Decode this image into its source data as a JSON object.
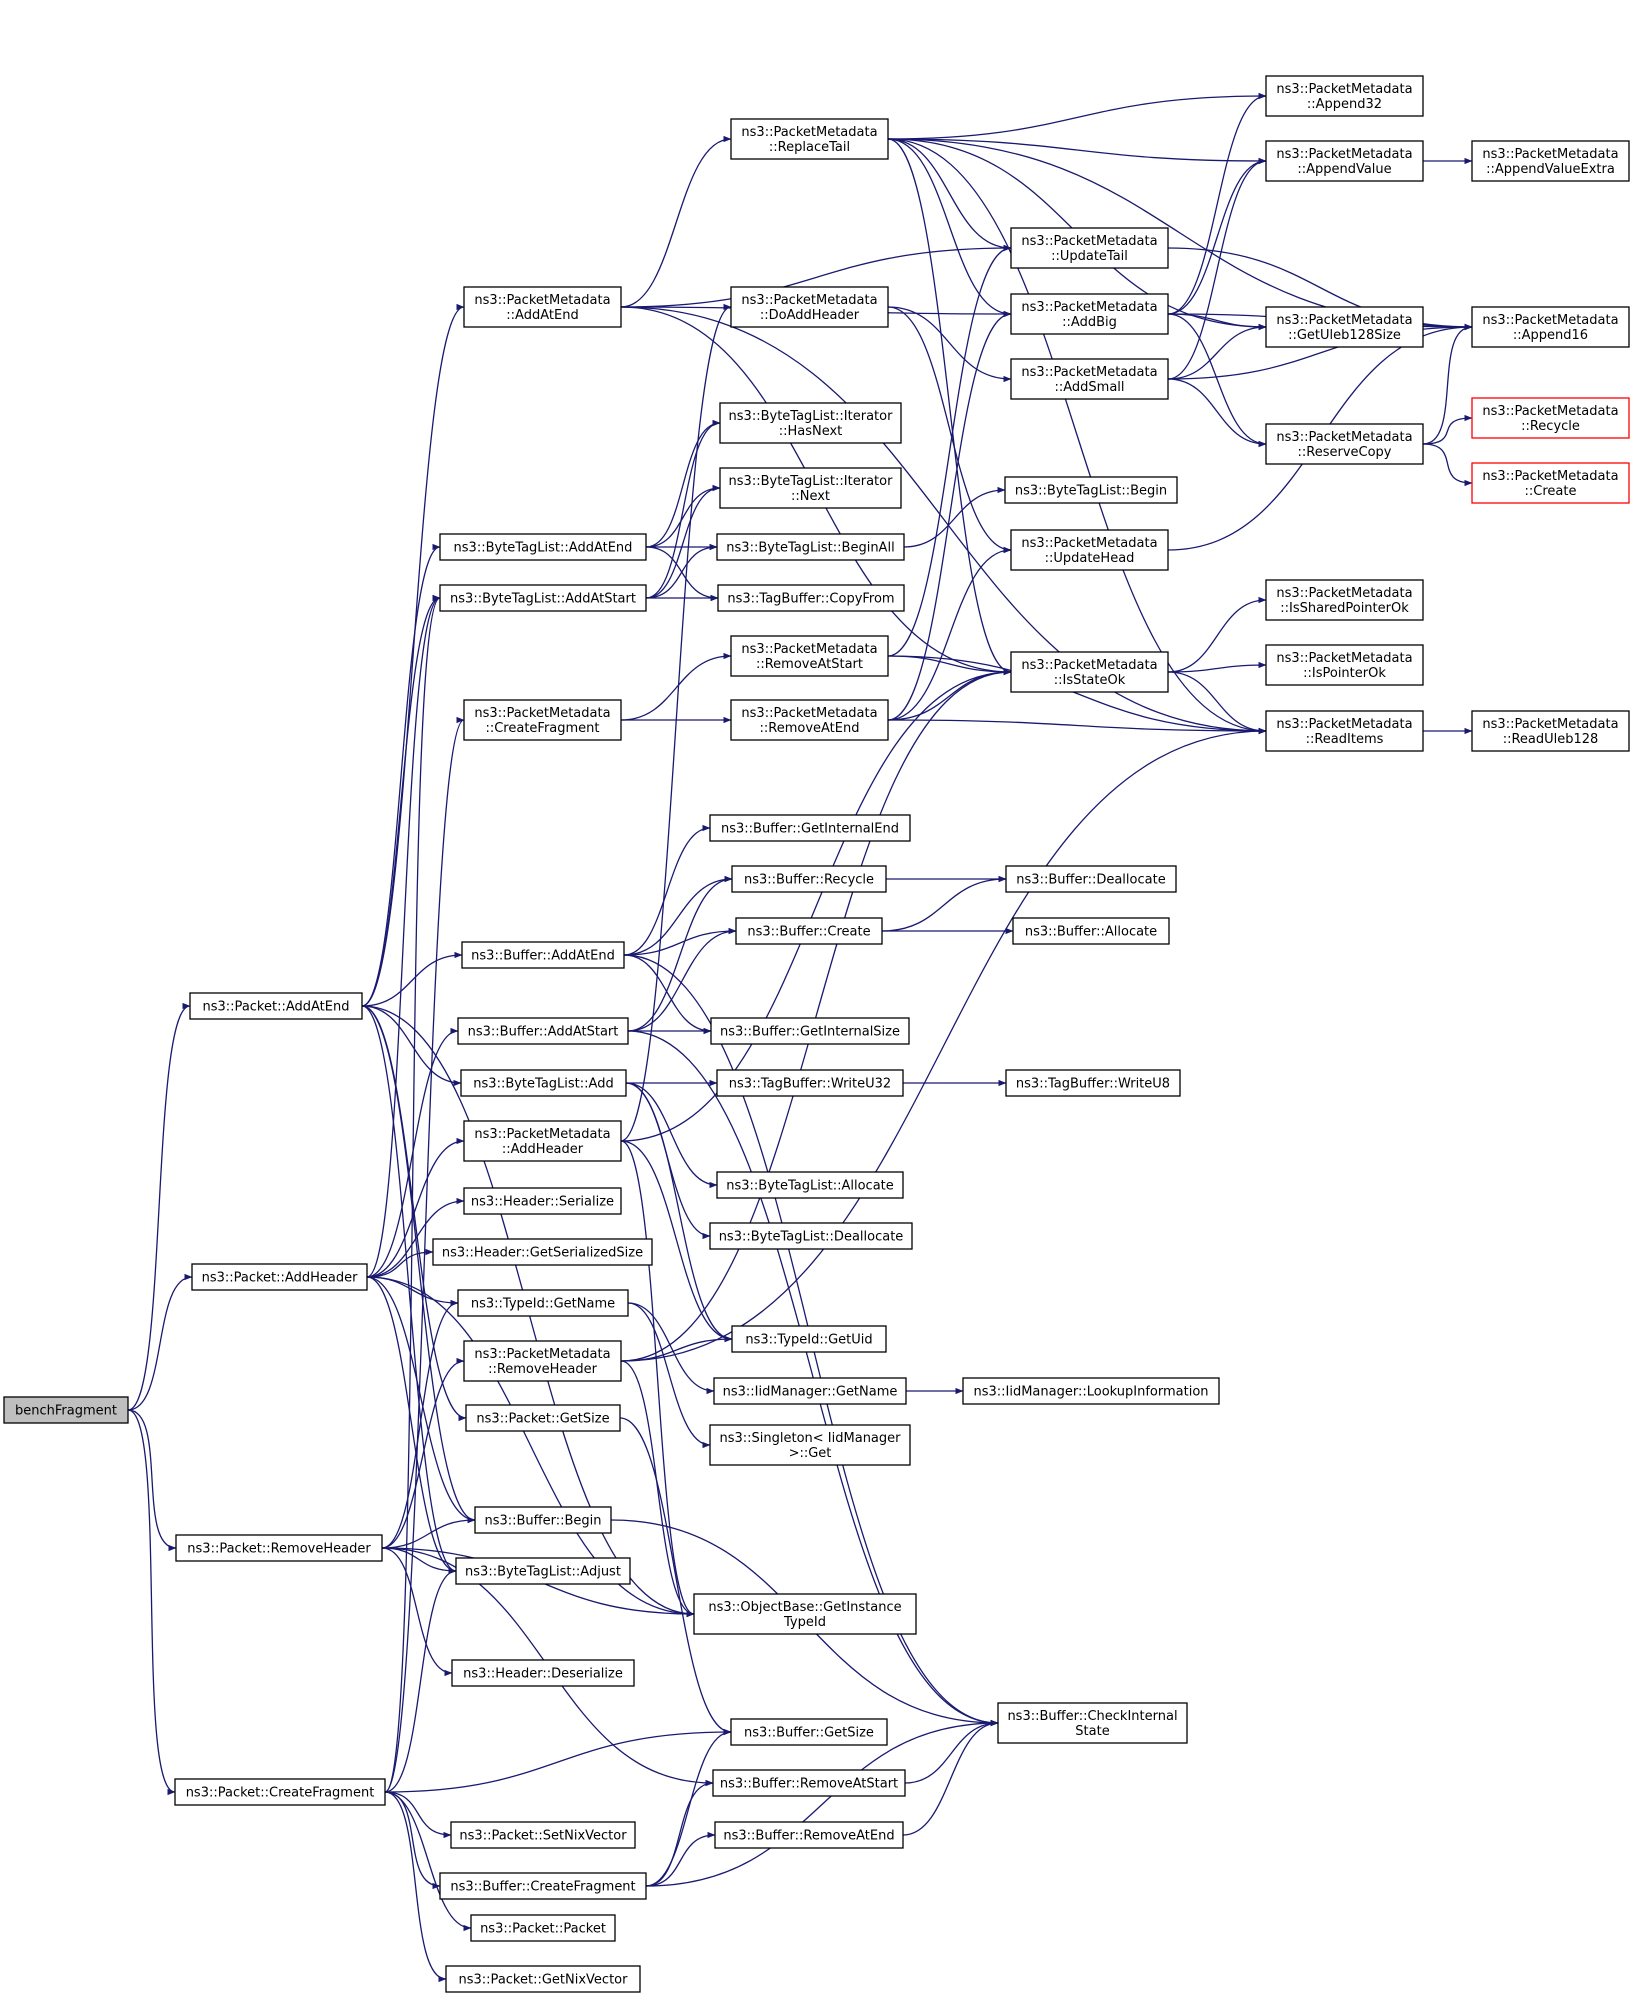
{
  "nodes": {
    "benchFragment": [
      "benchFragment"
    ],
    "Packet_AddAtEnd": [
      "ns3::Packet::AddAtEnd"
    ],
    "Packet_AddHeader": [
      "ns3::Packet::AddHeader"
    ],
    "Packet_RemoveHeader": [
      "ns3::Packet::RemoveHeader"
    ],
    "Packet_CreateFragment": [
      "ns3::Packet::CreateFragment"
    ],
    "PM_ReplaceTail": [
      "ns3::PacketMetadata",
      "::ReplaceTail"
    ],
    "PM_AddAtEnd": [
      "ns3::PacketMetadata",
      "::AddAtEnd"
    ],
    "PM_DoAddHeader": [
      "ns3::PacketMetadata",
      "::DoAddHeader"
    ],
    "BTL_Iter_HasNext": [
      "ns3::ByteTagList::Iterator",
      "::HasNext"
    ],
    "BTL_Iter_Next": [
      "ns3::ByteTagList::Iterator",
      "::Next"
    ],
    "BTL_AddAtEnd": [
      "ns3::ByteTagList::AddAtEnd"
    ],
    "BTL_BeginAll": [
      "ns3::ByteTagList::BeginAll"
    ],
    "BTL_AddAtStart": [
      "ns3::ByteTagList::AddAtStart"
    ],
    "TB_CopyFrom": [
      "ns3::TagBuffer::CopyFrom"
    ],
    "PM_RemoveAtStart": [
      "ns3::PacketMetadata",
      "::RemoveAtStart"
    ],
    "PM_CreateFragment": [
      "ns3::PacketMetadata",
      "::CreateFragment"
    ],
    "PM_RemoveAtEnd": [
      "ns3::PacketMetadata",
      "::RemoveAtEnd"
    ],
    "PM_Append32": [
      "ns3::PacketMetadata",
      "::Append32"
    ],
    "PM_AppendValue": [
      "ns3::PacketMetadata",
      "::AppendValue"
    ],
    "PM_AppendValueExtra": [
      "ns3::PacketMetadata",
      "::AppendValueExtra"
    ],
    "PM_UpdateTail": [
      "ns3::PacketMetadata",
      "::UpdateTail"
    ],
    "PM_AddBig": [
      "ns3::PacketMetadata",
      "::AddBig"
    ],
    "PM_GetUleb128Size": [
      "ns3::PacketMetadata",
      "::GetUleb128Size"
    ],
    "PM_Append16": [
      "ns3::PacketMetadata",
      "::Append16"
    ],
    "PM_AddSmall": [
      "ns3::PacketMetadata",
      "::AddSmall"
    ],
    "PM_Recycle": [
      "ns3::PacketMetadata",
      "::Recycle"
    ],
    "PM_ReserveCopy": [
      "ns3::PacketMetadata",
      "::ReserveCopy"
    ],
    "PM_Create": [
      "ns3::PacketMetadata",
      "::Create"
    ],
    "BTL_Begin": [
      "ns3::ByteTagList::Begin"
    ],
    "PM_UpdateHead": [
      "ns3::PacketMetadata",
      "::UpdateHead"
    ],
    "PM_IsSharedPointerOk": [
      "ns3::PacketMetadata",
      "::IsSharedPointerOk"
    ],
    "PM_IsStateOk": [
      "ns3::PacketMetadata",
      "::IsStateOk"
    ],
    "PM_IsPointerOk": [
      "ns3::PacketMetadata",
      "::IsPointerOk"
    ],
    "PM_ReadItems": [
      "ns3::PacketMetadata",
      "::ReadItems"
    ],
    "PM_ReadUleb128": [
      "ns3::PacketMetadata",
      "::ReadUleb128"
    ],
    "Buf_GetInternalEnd": [
      "ns3::Buffer::GetInternalEnd"
    ],
    "Buf_Recycle": [
      "ns3::Buffer::Recycle"
    ],
    "Buf_Deallocate": [
      "ns3::Buffer::Deallocate"
    ],
    "Buf_AddAtEnd": [
      "ns3::Buffer::AddAtEnd"
    ],
    "Buf_Create": [
      "ns3::Buffer::Create"
    ],
    "Buf_Allocate": [
      "ns3::Buffer::Allocate"
    ],
    "Buf_AddAtStart": [
      "ns3::Buffer::AddAtStart"
    ],
    "Buf_GetInternalSize": [
      "ns3::Buffer::GetInternalSize"
    ],
    "BTL_Add": [
      "ns3::ByteTagList::Add"
    ],
    "TB_WriteU32": [
      "ns3::TagBuffer::WriteU32"
    ],
    "TB_WriteU8": [
      "ns3::TagBuffer::WriteU8"
    ],
    "PM_AddHeader": [
      "ns3::PacketMetadata",
      "::AddHeader"
    ],
    "BTL_Allocate": [
      "ns3::ByteTagList::Allocate"
    ],
    "BTL_Deallocate": [
      "ns3::ByteTagList::Deallocate"
    ],
    "Header_Serialize": [
      "ns3::Header::Serialize"
    ],
    "Header_GetSerializedSize": [
      "ns3::Header::GetSerializedSize"
    ],
    "TypeId_GetName": [
      "ns3::TypeId::GetName"
    ],
    "TypeId_GetUid": [
      "ns3::TypeId::GetUid"
    ],
    "PM_RemoveHeader": [
      "ns3::PacketMetadata",
      "::RemoveHeader"
    ],
    "IidManager_GetName": [
      "ns3::IidManager::GetName"
    ],
    "IidManager_LookupInformation": [
      "ns3::IidManager::LookupInformation"
    ],
    "Packet_GetSize": [
      "ns3::Packet::GetSize"
    ],
    "Singleton_Get": [
      "ns3::Singleton< IidManager",
      " >::Get"
    ],
    "Buf_Begin": [
      "ns3::Buffer::Begin"
    ],
    "BTL_Adjust": [
      "ns3::ByteTagList::Adjust"
    ],
    "OB_GetInstanceTypeId": [
      "ns3::ObjectBase::GetInstance",
      "TypeId"
    ],
    "Header_Deserialize": [
      "ns3::Header::Deserialize"
    ],
    "Buf_CheckInternalState": [
      "ns3::Buffer::CheckInternal",
      "State"
    ],
    "Buf_GetSize": [
      "ns3::Buffer::GetSize"
    ],
    "Buf_RemoveAtStart": [
      "ns3::Buffer::RemoveAtStart"
    ],
    "Packet_SetNixVector": [
      "ns3::Packet::SetNixVector"
    ],
    "Buf_RemoveAtEnd": [
      "ns3::Buffer::RemoveAtEnd"
    ],
    "Buf_CreateFragment": [
      "ns3::Buffer::CreateFragment"
    ],
    "Packet_Packet": [
      "ns3::Packet::Packet"
    ],
    "Packet_GetNixVector": [
      "ns3::Packet::GetNixVector"
    ]
  },
  "edges": [
    [
      "benchFragment",
      "Packet_AddAtEnd"
    ],
    [
      "benchFragment",
      "Packet_AddHeader"
    ],
    [
      "benchFragment",
      "Packet_RemoveHeader"
    ],
    [
      "benchFragment",
      "Packet_CreateFragment"
    ],
    [
      "Packet_AddAtEnd",
      "PM_AddAtEnd"
    ],
    [
      "Packet_AddAtEnd",
      "BTL_AddAtEnd"
    ],
    [
      "Packet_AddAtEnd",
      "BTL_AddAtStart"
    ],
    [
      "Packet_AddAtEnd",
      "Buf_AddAtEnd"
    ],
    [
      "Packet_AddAtEnd",
      "BTL_Add"
    ],
    [
      "Packet_AddAtEnd",
      "Packet_GetSize"
    ],
    [
      "Packet_AddAtEnd",
      "Buf_Begin"
    ],
    [
      "Packet_AddAtEnd",
      "BTL_Adjust"
    ],
    [
      "Packet_AddAtEnd",
      "OB_GetInstanceTypeId"
    ],
    [
      "Packet_AddHeader",
      "Buf_AddAtStart"
    ],
    [
      "Packet_AddHeader",
      "PM_AddHeader"
    ],
    [
      "Packet_AddHeader",
      "Header_Serialize"
    ],
    [
      "Packet_AddHeader",
      "Header_GetSerializedSize"
    ],
    [
      "Packet_AddHeader",
      "TypeId_GetName"
    ],
    [
      "Packet_AddHeader",
      "BTL_AddAtStart"
    ],
    [
      "Packet_AddHeader",
      "Buf_Begin"
    ],
    [
      "Packet_AddHeader",
      "BTL_Adjust"
    ],
    [
      "Packet_AddHeader",
      "OB_GetInstanceTypeId"
    ],
    [
      "Packet_RemoveHeader",
      "TypeId_GetName"
    ],
    [
      "Packet_RemoveHeader",
      "PM_RemoveHeader"
    ],
    [
      "Packet_RemoveHeader",
      "Buf_Begin"
    ],
    [
      "Packet_RemoveHeader",
      "BTL_Adjust"
    ],
    [
      "Packet_RemoveHeader",
      "OB_GetInstanceTypeId"
    ],
    [
      "Packet_RemoveHeader",
      "Header_Deserialize"
    ],
    [
      "Packet_RemoveHeader",
      "Buf_RemoveAtStart"
    ],
    [
      "Packet_CreateFragment",
      "PM_CreateFragment"
    ],
    [
      "Packet_CreateFragment",
      "BTL_AddAtStart"
    ],
    [
      "Packet_CreateFragment",
      "BTL_Adjust"
    ],
    [
      "Packet_CreateFragment",
      "Buf_GetSize"
    ],
    [
      "Packet_CreateFragment",
      "Packet_SetNixVector"
    ],
    [
      "Packet_CreateFragment",
      "Buf_CreateFragment"
    ],
    [
      "Packet_CreateFragment",
      "Packet_Packet"
    ],
    [
      "Packet_CreateFragment",
      "Packet_GetNixVector"
    ],
    [
      "PM_AddAtEnd",
      "PM_ReplaceTail"
    ],
    [
      "PM_AddAtEnd",
      "PM_UpdateTail"
    ],
    [
      "PM_AddAtEnd",
      "PM_AddBig"
    ],
    [
      "PM_AddAtEnd",
      "PM_IsStateOk"
    ],
    [
      "PM_AddAtEnd",
      "PM_ReadItems"
    ],
    [
      "PM_ReplaceTail",
      "PM_Append32"
    ],
    [
      "PM_ReplaceTail",
      "PM_AppendValue"
    ],
    [
      "PM_ReplaceTail",
      "PM_Append16"
    ],
    [
      "PM_ReplaceTail",
      "PM_UpdateTail"
    ],
    [
      "PM_ReplaceTail",
      "PM_AddBig"
    ],
    [
      "PM_ReplaceTail",
      "PM_GetUleb128Size"
    ],
    [
      "PM_ReplaceTail",
      "PM_IsStateOk"
    ],
    [
      "PM_ReplaceTail",
      "PM_ReadItems"
    ],
    [
      "PM_AppendValue",
      "PM_AppendValueExtra"
    ],
    [
      "PM_UpdateTail",
      "PM_Append16"
    ],
    [
      "PM_AddBig",
      "PM_Append32"
    ],
    [
      "PM_AddBig",
      "PM_AppendValue"
    ],
    [
      "PM_AddBig",
      "PM_Append16"
    ],
    [
      "PM_AddBig",
      "PM_GetUleb128Size"
    ],
    [
      "PM_AddBig",
      "PM_ReserveCopy"
    ],
    [
      "PM_AddSmall",
      "PM_AppendValue"
    ],
    [
      "PM_AddSmall",
      "PM_GetUleb128Size"
    ],
    [
      "PM_AddSmall",
      "PM_Append16"
    ],
    [
      "PM_AddSmall",
      "PM_ReserveCopy"
    ],
    [
      "PM_DoAddHeader",
      "PM_AddSmall"
    ],
    [
      "PM_DoAddHeader",
      "PM_UpdateHead"
    ],
    [
      "PM_ReserveCopy",
      "PM_Recycle"
    ],
    [
      "PM_ReserveCopy",
      "PM_Create"
    ],
    [
      "PM_ReserveCopy",
      "PM_Append16"
    ],
    [
      "PM_UpdateHead",
      "PM_Append16"
    ],
    [
      "BTL_AddAtEnd",
      "BTL_Iter_HasNext"
    ],
    [
      "BTL_AddAtEnd",
      "BTL_Iter_Next"
    ],
    [
      "BTL_AddAtEnd",
      "BTL_BeginAll"
    ],
    [
      "BTL_AddAtEnd",
      "TB_CopyFrom"
    ],
    [
      "BTL_AddAtStart",
      "BTL_Iter_HasNext"
    ],
    [
      "BTL_AddAtStart",
      "BTL_Iter_Next"
    ],
    [
      "BTL_AddAtStart",
      "BTL_BeginAll"
    ],
    [
      "BTL_AddAtStart",
      "TB_CopyFrom"
    ],
    [
      "BTL_BeginAll",
      "BTL_Begin"
    ],
    [
      "PM_CreateFragment",
      "PM_RemoveAtStart"
    ],
    [
      "PM_CreateFragment",
      "PM_RemoveAtEnd"
    ],
    [
      "PM_RemoveAtStart",
      "PM_IsStateOk"
    ],
    [
      "PM_RemoveAtStart",
      "PM_ReadItems"
    ],
    [
      "PM_RemoveAtStart",
      "PM_UpdateTail"
    ],
    [
      "PM_RemoveAtEnd",
      "PM_IsStateOk"
    ],
    [
      "PM_RemoveAtEnd",
      "PM_ReadItems"
    ],
    [
      "PM_RemoveAtEnd",
      "PM_UpdateHead"
    ],
    [
      "PM_RemoveAtEnd",
      "PM_AddBig"
    ],
    [
      "PM_IsStateOk",
      "PM_IsSharedPointerOk"
    ],
    [
      "PM_IsStateOk",
      "PM_IsPointerOk"
    ],
    [
      "PM_IsStateOk",
      "PM_ReadItems"
    ],
    [
      "PM_ReadItems",
      "PM_ReadUleb128"
    ],
    [
      "Buf_AddAtEnd",
      "Buf_GetInternalEnd"
    ],
    [
      "Buf_AddAtEnd",
      "Buf_Recycle"
    ],
    [
      "Buf_AddAtEnd",
      "Buf_Create"
    ],
    [
      "Buf_AddAtEnd",
      "Buf_GetInternalSize"
    ],
    [
      "Buf_AddAtEnd",
      "Buf_CheckInternalState"
    ],
    [
      "Buf_Recycle",
      "Buf_Deallocate"
    ],
    [
      "Buf_Create",
      "Buf_Deallocate"
    ],
    [
      "Buf_Create",
      "Buf_Allocate"
    ],
    [
      "Buf_AddAtStart",
      "Buf_Recycle"
    ],
    [
      "Buf_AddAtStart",
      "Buf_Create"
    ],
    [
      "Buf_AddAtStart",
      "Buf_GetInternalSize"
    ],
    [
      "Buf_AddAtStart",
      "Buf_CheckInternalState"
    ],
    [
      "BTL_Add",
      "TB_WriteU32"
    ],
    [
      "BTL_Add",
      "BTL_Allocate"
    ],
    [
      "BTL_Add",
      "BTL_Deallocate"
    ],
    [
      "BTL_Add",
      "TypeId_GetUid"
    ],
    [
      "TB_WriteU32",
      "TB_WriteU8"
    ],
    [
      "PM_AddHeader",
      "PM_DoAddHeader"
    ],
    [
      "PM_AddHeader",
      "TypeId_GetUid"
    ],
    [
      "PM_AddHeader",
      "PM_IsStateOk"
    ],
    [
      "PM_AddHeader",
      "OB_GetInstanceTypeId"
    ],
    [
      "TypeId_GetName",
      "IidManager_GetName"
    ],
    [
      "TypeId_GetName",
      "Singleton_Get"
    ],
    [
      "IidManager_GetName",
      "IidManager_LookupInformation"
    ],
    [
      "PM_RemoveHeader",
      "TypeId_GetUid"
    ],
    [
      "PM_RemoveHeader",
      "PM_IsStateOk"
    ],
    [
      "PM_RemoveHeader",
      "PM_ReadItems"
    ],
    [
      "PM_RemoveHeader",
      "OB_GetInstanceTypeId"
    ],
    [
      "Packet_GetSize",
      "Buf_GetSize"
    ],
    [
      "Buf_Begin",
      "Buf_CheckInternalState"
    ],
    [
      "Buf_RemoveAtStart",
      "Buf_CheckInternalState"
    ],
    [
      "Buf_RemoveAtEnd",
      "Buf_CheckInternalState"
    ],
    [
      "Buf_CreateFragment",
      "Buf_RemoveAtStart"
    ],
    [
      "Buf_CreateFragment",
      "Buf_RemoveAtEnd"
    ],
    [
      "Buf_CreateFragment",
      "Buf_GetSize"
    ],
    [
      "Buf_CreateFragment",
      "Buf_CheckInternalState"
    ]
  ],
  "colors": {
    "edge": "#191970",
    "node_border": "#000000",
    "root_fill": "#bfbfbf",
    "truncated_border": "#ff0000"
  }
}
